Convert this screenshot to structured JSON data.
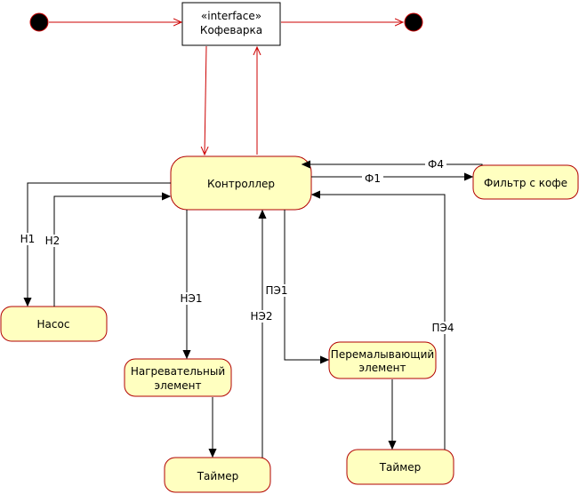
{
  "colors": {
    "state_fill": "#ffffc0",
    "state_stroke": "#b20000",
    "red_edge": "#cc0000",
    "black_edge": "#000000",
    "node_fill": "#000000"
  },
  "interface": {
    "stereotype": "«interface»",
    "name": "Кофеварка"
  },
  "states": {
    "controller": "Контроллер",
    "filter": "Фильтр с кофе",
    "pump": "Насос",
    "heater_line1": "Нагревательный",
    "heater_line2": "элемент",
    "grinder_line1": "Перемалывающий",
    "grinder_line2": "элемент",
    "timer_left": "Таймер",
    "timer_right": "Таймер"
  },
  "edges": {
    "f4": "Ф4",
    "f1": "Ф1",
    "h1": "Н1",
    "h2": "Н2",
    "ne1": "НЭ1",
    "ne2": "НЭ2",
    "pe1": "ПЭ1",
    "pe4": "ПЭ4"
  }
}
